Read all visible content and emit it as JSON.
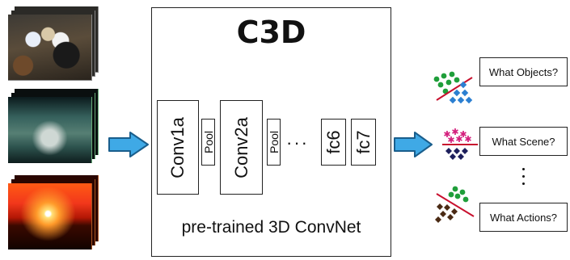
{
  "model": {
    "title": "C3D",
    "caption": "pre-trained 3D ConvNet",
    "layers": {
      "conv1a": "Conv1a",
      "pool1": "Pool",
      "conv2a": "Conv2a",
      "pool2": "Pool",
      "ellipsis": "···",
      "fc6": "fc6",
      "fc7": "fc7"
    }
  },
  "questions": {
    "objects": "What Objects?",
    "scene": "What Scene?",
    "actions": "What Actions?"
  },
  "inputs": [
    "kitchen-video-frames",
    "surfing-video-frames",
    "sunset-video-frames"
  ],
  "colors": {
    "arrow_fill": "#3fa9e6",
    "arrow_stroke": "#1a5e8c",
    "green_dot": "#1f9e3a",
    "blue_square": "#2b7fd1",
    "magenta_star": "#d4207d",
    "navy_diamond": "#1d1f5c",
    "brown_diamond": "#4a2a14",
    "separator_line": "#c8102e"
  }
}
